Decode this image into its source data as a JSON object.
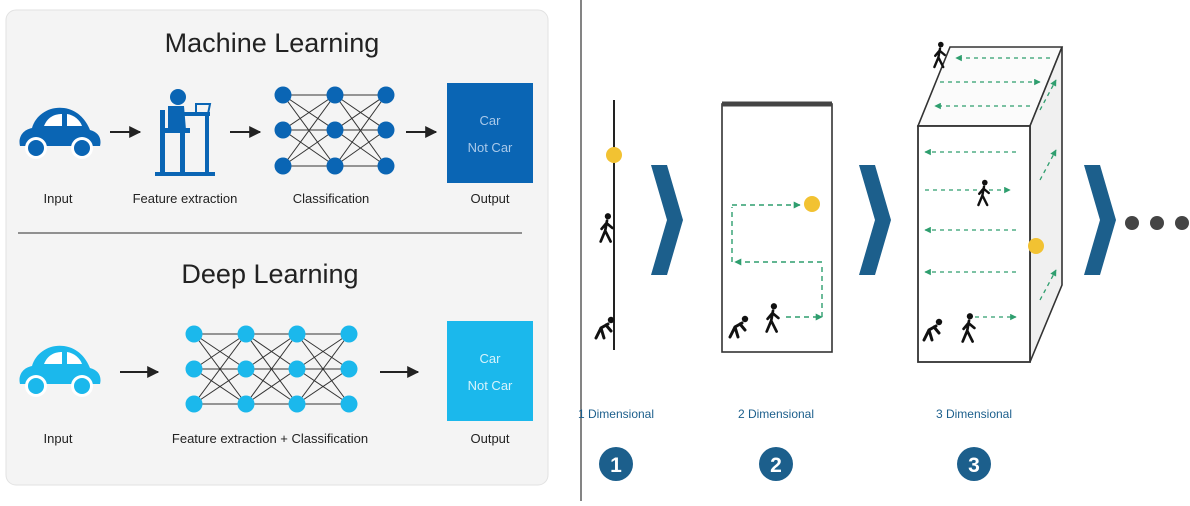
{
  "left_panel": {
    "ml": {
      "title": "Machine Learning",
      "labels": {
        "input": "Input",
        "feature": "Feature extraction",
        "classification": "Classification",
        "output": "Output"
      },
      "output_box": {
        "line1": "Car",
        "line2": "Not Car"
      },
      "color": "#0a65b4"
    },
    "dl": {
      "title": "Deep Learning",
      "labels": {
        "input": "Input",
        "feature_classification": "Feature extraction + Classification",
        "output": "Output"
      },
      "output_box": {
        "line1": "Car",
        "line2": "Not Car"
      },
      "color": "#1bb8ec"
    }
  },
  "right_panel": {
    "dimensions": [
      {
        "label": "1 Dimensional",
        "number": "1"
      },
      {
        "label": "2 Dimensional",
        "number": "2"
      },
      {
        "label": "3 Dimensional",
        "number": "3"
      }
    ],
    "accent": "#1c5f8c",
    "coin": "#f2c232",
    "arrow_color": "#2e9e6e"
  },
  "icons": [
    "car-icon",
    "worker-at-desk-icon",
    "neural-network-icon",
    "arrow-right-icon",
    "chevron-right-icon",
    "person-walking-icon",
    "person-crouching-icon",
    "coin-icon",
    "ellipsis-icon"
  ]
}
